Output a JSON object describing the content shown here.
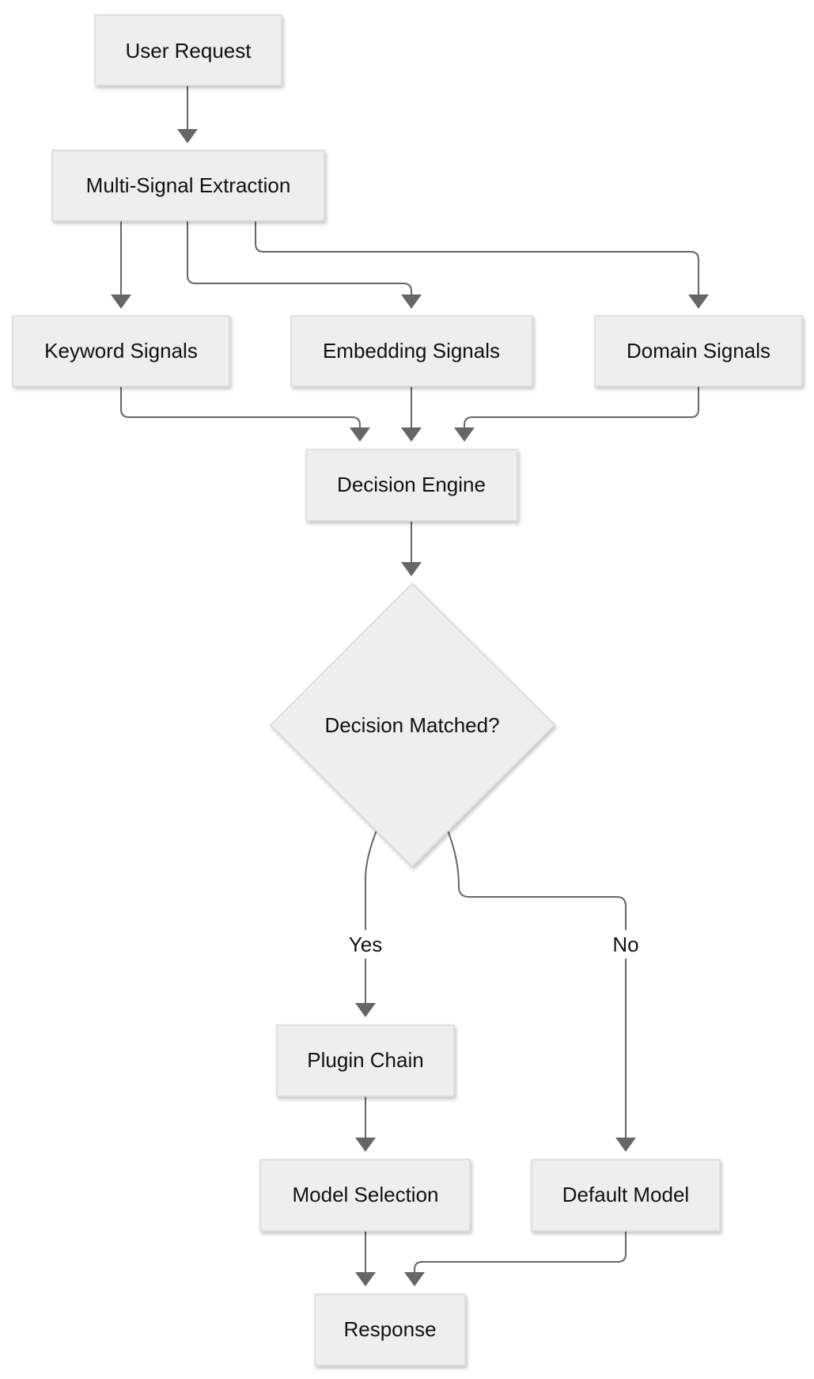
{
  "nodes": {
    "user_request": "User Request",
    "multi_signal_extraction": "Multi-Signal Extraction",
    "keyword_signals": "Keyword Signals",
    "embedding_signals": "Embedding Signals",
    "domain_signals": "Domain Signals",
    "decision_engine": "Decision Engine",
    "decision_matched": "Decision Matched?",
    "plugin_chain": "Plugin Chain",
    "model_selection": "Model Selection",
    "default_model": "Default Model",
    "response": "Response"
  },
  "edges": {
    "yes_label": "Yes",
    "no_label": "No"
  },
  "colors": {
    "node_fill": "#eeeeee",
    "node_border": "#d8d8d8",
    "edge": "#666666",
    "text": "#111111"
  }
}
